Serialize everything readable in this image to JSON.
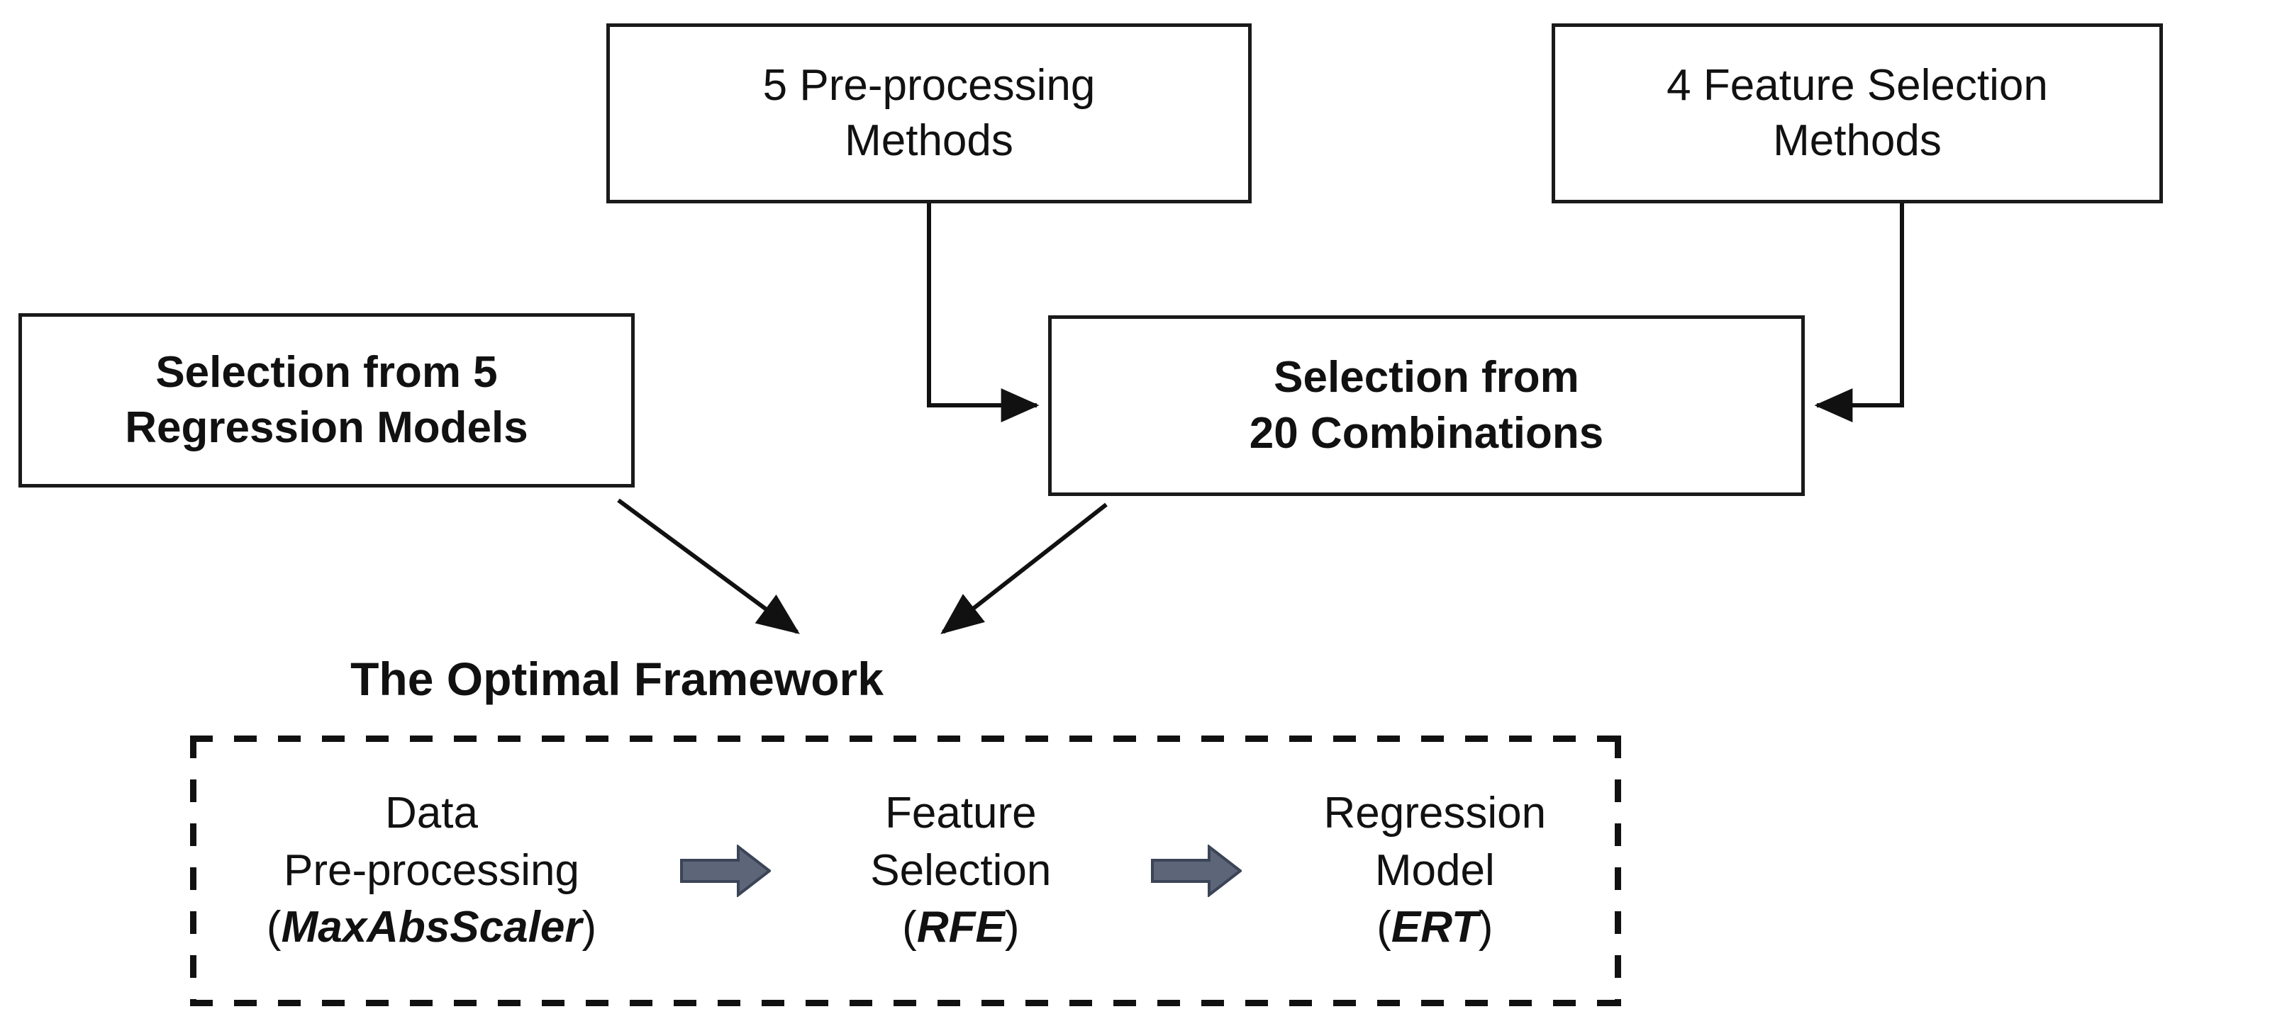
{
  "diagram": {
    "title": "The Optimal Framework",
    "nodes": {
      "preprocessing_methods": {
        "lines": [
          "5 Pre-processing",
          "Methods"
        ],
        "count": 5,
        "style": "regular"
      },
      "feature_selection_methods": {
        "lines": [
          "4 Feature Selection",
          "Methods"
        ],
        "count": 4,
        "style": "regular"
      },
      "regression_models": {
        "lines": [
          "Selection from 5",
          "Regression Models"
        ],
        "count": 5,
        "style": "bold"
      },
      "combinations": {
        "lines": [
          "Selection from",
          "20 Combinations"
        ],
        "count": 20,
        "style": "bold"
      }
    },
    "framework": {
      "title": "The Optimal Framework",
      "stages": [
        {
          "name": "data-preprocessing",
          "lines": [
            "Data",
            "Pre-processing"
          ],
          "open_paren": "(",
          "method": "MaxAbsScaler",
          "close_paren": ")"
        },
        {
          "name": "feature-selection",
          "lines": [
            "Feature",
            "Selection"
          ],
          "open_paren": "(",
          "method": "RFE",
          "close_paren": ")"
        },
        {
          "name": "regression-model",
          "lines": [
            "Regression",
            "Model"
          ],
          "open_paren": "(",
          "method": "ERT",
          "close_paren": ")"
        }
      ],
      "arrow_icon": "right-block-arrow"
    },
    "colors": {
      "stroke": "#111111",
      "background": "#ffffff",
      "block_arrow_fill": "#5c6678",
      "block_arrow_stroke": "#3c4457"
    }
  }
}
